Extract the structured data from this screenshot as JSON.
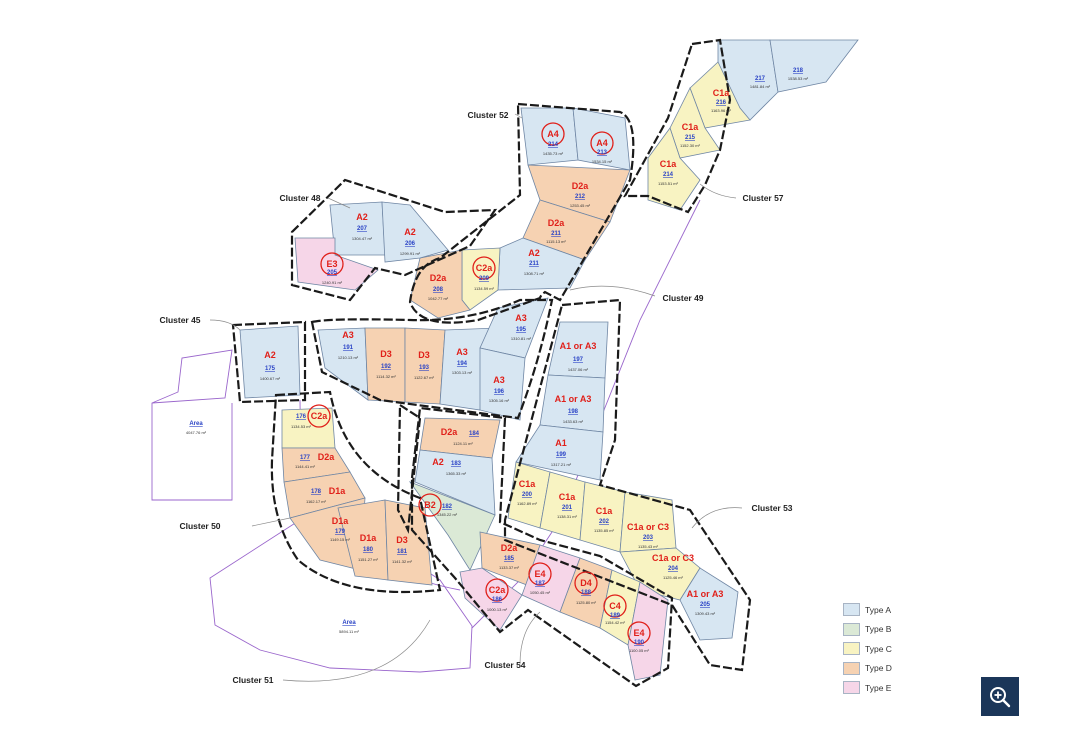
{
  "clusters": {
    "c45": "Cluster 45",
    "c48": "Cluster 48",
    "c49": "Cluster 49",
    "c50": "Cluster 50",
    "c51": "Cluster 51",
    "c52": "Cluster 52",
    "c53": "Cluster 53",
    "c54": "Cluster 54",
    "c57": "Cluster 57"
  },
  "lots": {
    "l217": {
      "num": "217",
      "area": "1481.84 m²"
    },
    "l218": {
      "num": "218",
      "area": "1538.53 m²"
    },
    "l216": {
      "code": "C1a",
      "num": "216",
      "area": "1163.96 m²"
    },
    "l215": {
      "code": "C1a",
      "num": "215",
      "area": "1152.30 m²"
    },
    "l214": {
      "code": "C1a",
      "num": "214",
      "area": "1153.51 m²"
    },
    "l214b": {
      "code": "A4",
      "num": "214",
      "area": "1435.73 m²"
    },
    "l213": {
      "code": "A4",
      "num": "213",
      "area": "1534.15 m²"
    },
    "l212": {
      "code": "D2a",
      "num": "212",
      "area": "1253.45 m²"
    },
    "l211": {
      "code": "D2a",
      "num": "211",
      "area": "1115.13 m²"
    },
    "l210": {
      "code": "A2",
      "num": "211",
      "area": "1308.71 m²"
    },
    "l209": {
      "code": "C2a",
      "num": "209",
      "area": "1134.59 m²"
    },
    "l208": {
      "code": "D2a",
      "num": "208",
      "area": "1042.77 m²"
    },
    "l207": {
      "code": "A2",
      "num": "207",
      "area": "1304.47 m²"
    },
    "l206": {
      "code": "A2",
      "num": "206",
      "area": "1299.91 m²"
    },
    "l205": {
      "code": "E3",
      "num": "205",
      "area": "1240.91 m²"
    },
    "l191": {
      "code": "A3",
      "num": "191",
      "area": "1210.13 m²"
    },
    "l192": {
      "code": "D3",
      "num": "192",
      "area": "1114.32 m²"
    },
    "l193": {
      "code": "D3",
      "num": "193",
      "area": "1122.67 m²"
    },
    "l194": {
      "code": "A3",
      "num": "194",
      "area": "1303.13 m²"
    },
    "l195": {
      "code": "A3",
      "num": "195",
      "area": "1310.81 m²"
    },
    "l196": {
      "code": "A3",
      "num": "196",
      "area": "1305.16 m²"
    },
    "l197": {
      "code": "A1 or A3",
      "num": "197",
      "area": "1437.06 m²"
    },
    "l198": {
      "code": "A1 or A3",
      "num": "198",
      "area": "1433.63 m²"
    },
    "l199": {
      "code": "A1",
      "num": "199",
      "area": "1317.21 m²"
    },
    "l175": {
      "code": "A2",
      "num": "175",
      "area": "1400.67 m²"
    },
    "l176": {
      "code": "C2a",
      "num": "176",
      "area": "1134.53 m²"
    },
    "l177": {
      "code": "D2a",
      "num": "177",
      "area": "1144.41 m²"
    },
    "l178": {
      "code": "D1a",
      "num": "178",
      "area": "1162.17 m²"
    },
    "l179": {
      "code": "D1a",
      "num": "179",
      "area": "1149.15 m²"
    },
    "l180": {
      "code": "D1a",
      "num": "180",
      "area": "1151.27 m²"
    },
    "l181": {
      "code": "D3",
      "num": "181",
      "area": "1141.32 m²"
    },
    "l184": {
      "code": "D2a",
      "num": "184",
      "area": "1124.11 m²"
    },
    "l183": {
      "code": "A2",
      "num": "183",
      "area": "1365.33 m²"
    },
    "l182": {
      "code": "B2",
      "num": "182",
      "area": "1345.22 m²"
    },
    "l200": {
      "code": "C1a",
      "num": "200",
      "area": "1162.89 m²"
    },
    "l201": {
      "code": "C1a",
      "num": "201",
      "area": "1138.31 m²"
    },
    "l202": {
      "code": "C1a",
      "num": "202",
      "area": "1135.85 m²"
    },
    "l203": {
      "code": "C1a or C3",
      "num": "203",
      "area": "1135.43 m²"
    },
    "l204": {
      "code": "C1a or C3",
      "num": "204",
      "area": "1125.46 m²"
    },
    "l205b": {
      "code": "A1 or A3",
      "num": "205",
      "area": "1309.43 m²"
    },
    "l185": {
      "code": "D2a",
      "num": "185",
      "area": "1133.37 m²"
    },
    "l186": {
      "code": "C2a",
      "num": "186",
      "area": "1000.13 m²"
    },
    "l187": {
      "code": "E4",
      "num": "187",
      "area": "1050.45 m²"
    },
    "l188": {
      "code": "D4",
      "num": "188",
      "area": "1125.80 m²"
    },
    "l189": {
      "code": "C4",
      "num": "189",
      "area": "1154.42 m²"
    },
    "l190": {
      "code": "E4",
      "num": "190",
      "area": "1100.05 m²"
    },
    "area1": {
      "num": "Area",
      "area": "4047.76 m²"
    },
    "area2": {
      "num": "Area",
      "area": "5894.11 m²"
    }
  },
  "legend": [
    {
      "label": "Type A",
      "color": "#d7e6f2"
    },
    {
      "label": "Type B",
      "color": "#dbe9d6"
    },
    {
      "label": "Type C",
      "color": "#f8f3c2"
    },
    {
      "label": "Type D",
      "color": "#f6d2b2"
    },
    {
      "label": "Type E",
      "color": "#f6d6e8"
    }
  ],
  "zoom_button": {
    "icon": "zoom-in-icon"
  }
}
